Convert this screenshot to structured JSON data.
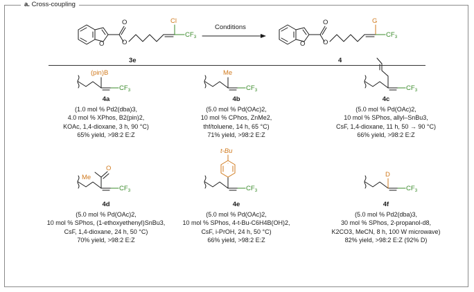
{
  "panel": {
    "label": "a.",
    "title": "Cross-coupling"
  },
  "top_scheme": {
    "arrow_label": "Conditions",
    "start_id": "3e",
    "product_id": "4",
    "start_substituent": "Cl",
    "product_substituent": "G",
    "cf3": "CF3"
  },
  "colors": {
    "green": "#3a8a2a",
    "orange": "#d07a1e",
    "ink": "#1a1a1a"
  },
  "entries": [
    {
      "id": "4a",
      "group": "(pin)B",
      "lines": [
        "(1.0 mol % Pd2(dba)3,",
        "4.0 mol % XPhos, B2(pin)2,",
        "KOAc, 1,4-dioxane, 3 h, 90 °C)",
        "65% yield, >98:2 E:Z"
      ]
    },
    {
      "id": "4b",
      "group": "Me",
      "lines": [
        "(5.0 mol % Pd(OAc)2,",
        "10 mol % CPhos, ZnMe2,",
        "thf/toluene, 14 h, 65 °C)",
        "71% yield, >98:2 E:Z"
      ]
    },
    {
      "id": "4c",
      "group": "allyl",
      "lines": [
        "(5.0 mol % Pd(OAc)2,",
        "10 mol % SPhos, allyl–SnBu3,",
        "CsF, 1,4-dioxane, 11 h, 50 → 90 °C)",
        "66% yield, >98:2 E:Z"
      ]
    },
    {
      "id": "4d",
      "group": "Me",
      "lines": [
        "(5.0 mol % Pd(OAc)2,",
        "10 mol % SPhos, (1-ethoxyethenyl)SnBu3,",
        "CsF, 1,4-dioxane, 24 h, 50 °C)",
        "70% yield, >98:2 E:Z"
      ]
    },
    {
      "id": "4e",
      "group": "t-Bu",
      "lines": [
        "(5.0 mol % Pd(OAc)2,",
        "10 mol % SPhos, 4-t-Bu-C6H4B(OH)2,",
        "CsF, i-PrOH, 24 h, 50 °C)",
        "66% yield, >98:2 E:Z"
      ]
    },
    {
      "id": "4f",
      "group": "D",
      "lines": [
        "(5.0 mol % Pd2(dba)3,",
        "30 mol % SPhos, 2-propanol-d8,",
        "K2CO3, MeCN, 8 h, 100 W microwave)",
        "82% yield, >98:2 E:Z (92% D)"
      ]
    }
  ]
}
